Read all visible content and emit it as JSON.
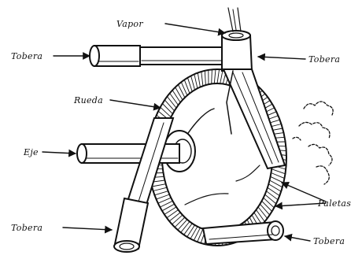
{
  "diagram": {
    "labels": {
      "vapor": "Vapor",
      "tobera_top_left": "Tobera",
      "tobera_top_right": "Tobera",
      "rueda": "Rueda",
      "eje": "Eje",
      "paletas": "Paletas",
      "tobera_bottom_left": "Tobera",
      "tobera_bottom_right": "Tobera"
    }
  }
}
